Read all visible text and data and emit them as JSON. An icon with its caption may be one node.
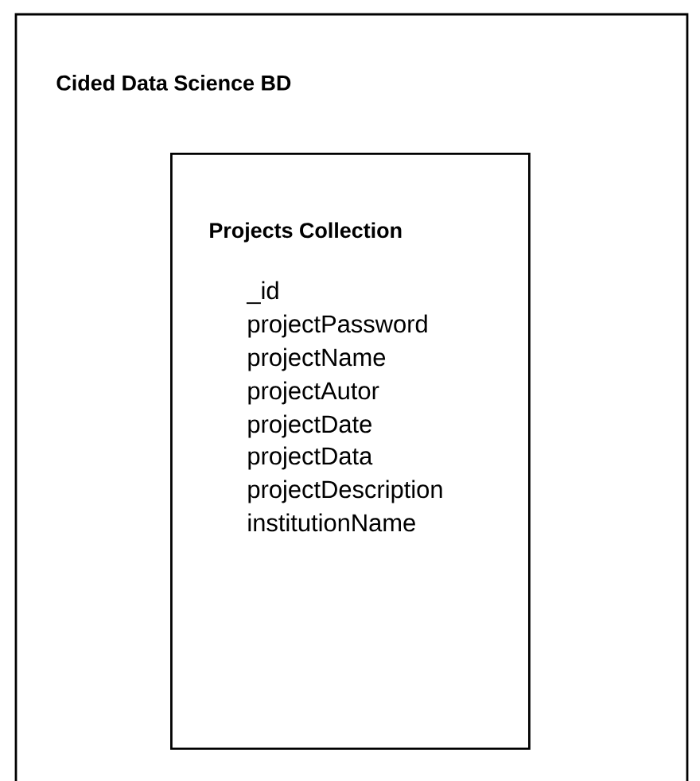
{
  "diagram": {
    "nodes": [
      {
        "text": [
          "Cided Data Science BD"
        ]
      },
      {
        "text": [
          "Projects Collection",
          "_id",
          "projectPassword",
          "projectName",
          "projectAutor",
          "projectDate",
          "projectData",
          "projectDescription",
          "institutionName"
        ],
        "in": 0
      }
    ]
  }
}
